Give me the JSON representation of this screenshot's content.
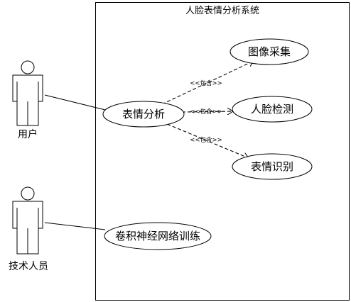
{
  "system": {
    "title": "人脸表情分析系统"
  },
  "actors": {
    "user": {
      "label": "用户"
    },
    "tech": {
      "label": "技术人员"
    }
  },
  "use_cases": {
    "image_capture": "图像采集",
    "expression_analysis": "表情分析",
    "face_detection": "人脸检测",
    "expression_recognition": "表情识别",
    "cnn_training": "卷积神经网络训练"
  },
  "relations": {
    "include_1": "<<包含>>",
    "include_2": "<<包含>>",
    "include_3": "<<包含>>"
  }
}
